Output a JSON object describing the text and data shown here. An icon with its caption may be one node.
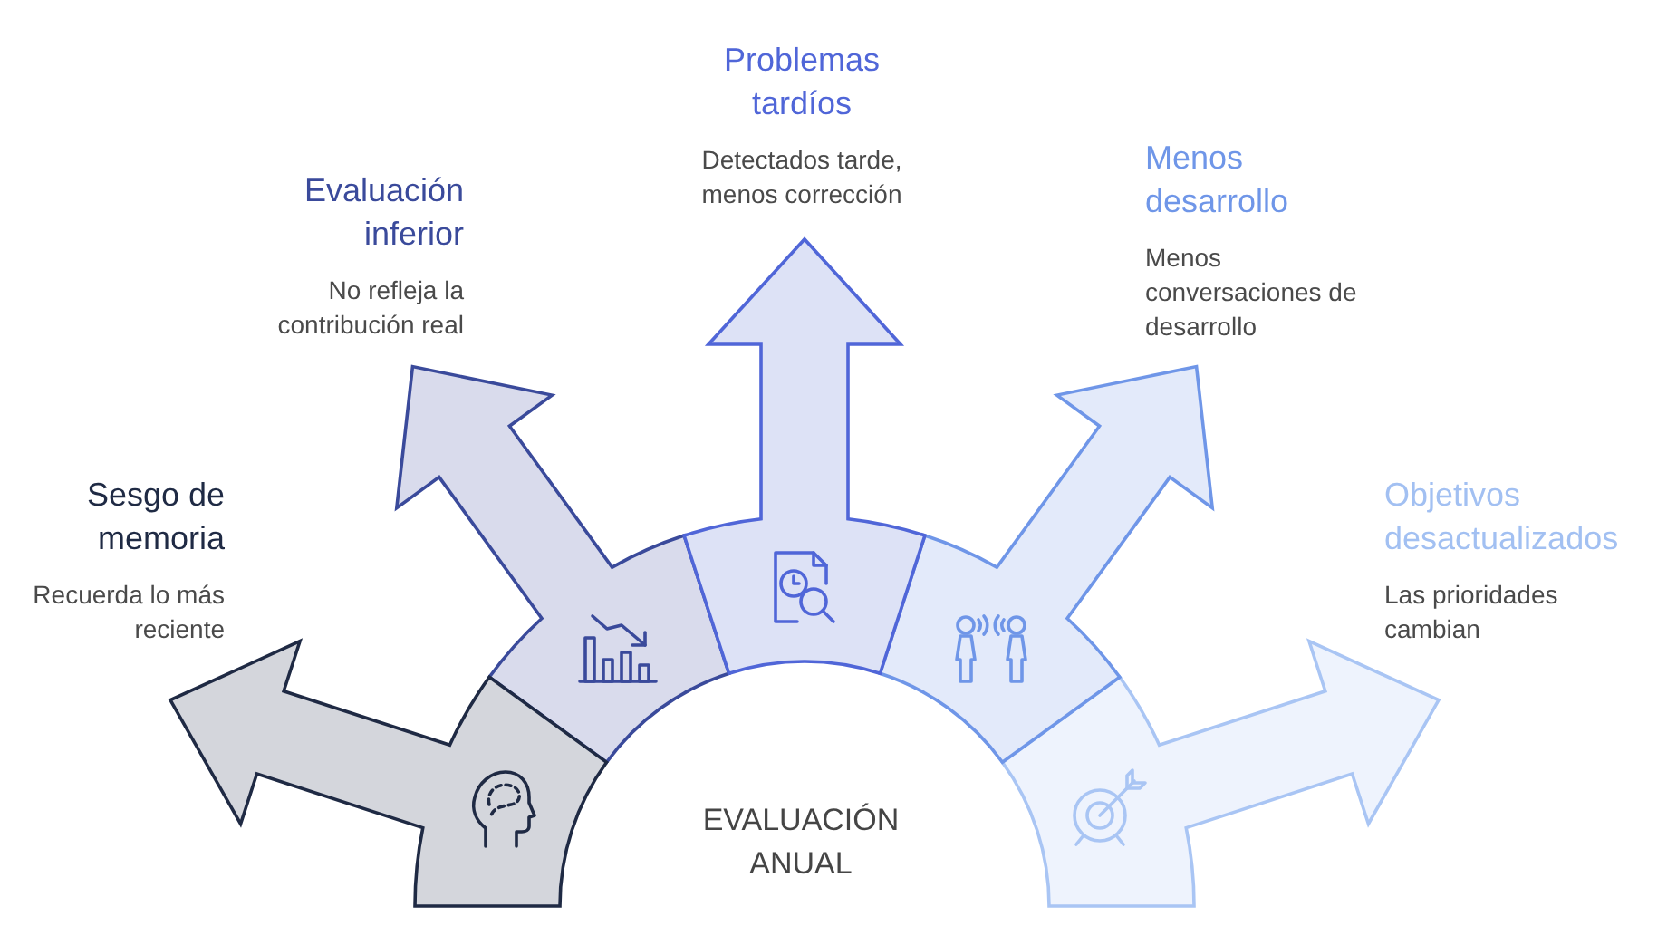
{
  "diagram": {
    "nodes": [
      {
        "text": [
          "Sesgo de memoria",
          "Recuerda lo más reciente"
        ]
      },
      {
        "text": [
          "Evaluación inferior",
          "No refleja la contribución real"
        ]
      },
      {
        "text": [
          "Problemas tardíos",
          "Detectados tarde, menos corrección"
        ]
      },
      {
        "text": [
          "Menos desarrollo",
          "Menos conversaciones de desarrollo"
        ]
      },
      {
        "text": [
          "Objetivos desactualizados",
          "Las prioridades cambian"
        ]
      },
      {
        "text": [
          "EVALUACIÓN ANUAL"
        ]
      }
    ]
  }
}
